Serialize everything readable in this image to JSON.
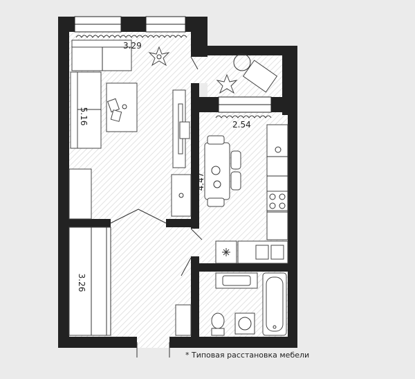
{
  "dimensions": {
    "living_width": "3.29",
    "living_length": "5.16",
    "balcony_width": "2.54",
    "kitchen_length": "4.47",
    "hall_length": "3.26"
  },
  "note": "* Типовая расстановка мебели",
  "icons": [
    "plant-icon",
    "snowflake-icon",
    "fan-icon"
  ]
}
